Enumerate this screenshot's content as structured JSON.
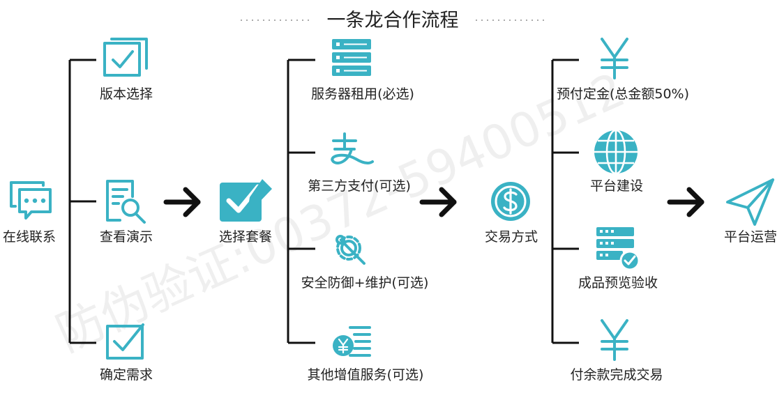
{
  "title": "一条龙合作流程",
  "watermark": "防伪验证:00372-59400512",
  "colors": {
    "teal": "#3ab2c4",
    "line": "#111111",
    "text": "#222222"
  },
  "nodes": {
    "contact": {
      "label": "在线联系",
      "icon": "chat-icon"
    },
    "version": {
      "label": "版本选择",
      "icon": "documents-check-icon"
    },
    "demo": {
      "label": "查看演示",
      "icon": "document-search-icon"
    },
    "require": {
      "label": "确定需求",
      "icon": "checkbox-icon"
    },
    "package": {
      "label": "选择套餐",
      "icon": "checkbox-pen-icon"
    },
    "server": {
      "label": "服务器租用(必选)",
      "icon": "server-icon"
    },
    "pay3rd": {
      "label": "第三方支付(可选)",
      "icon": "alipay-icon"
    },
    "security": {
      "label": "安全防御+维护(可选)",
      "icon": "gear-wrench-icon"
    },
    "valueadd": {
      "label": "其他增值服务(可选)",
      "icon": "yen-list-icon"
    },
    "trade": {
      "label": "交易方式",
      "icon": "dollar-circle-icon"
    },
    "deposit": {
      "label": "预付定金(总金额50%)",
      "icon": "yen-icon"
    },
    "build": {
      "label": "平台建设",
      "icon": "globe-icon"
    },
    "preview": {
      "label": "成品预览验收",
      "icon": "server-check-icon"
    },
    "balance": {
      "label": "付余款完成交易",
      "icon": "yen-icon"
    },
    "launch": {
      "label": "平台运营",
      "icon": "paper-plane-icon"
    }
  }
}
